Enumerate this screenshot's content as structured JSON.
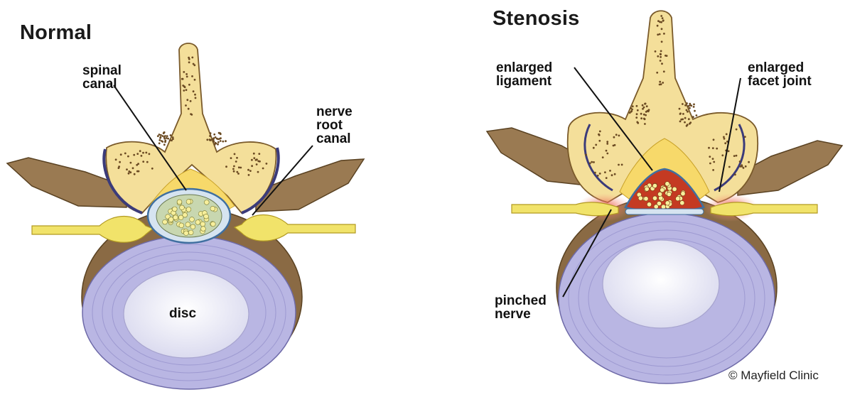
{
  "panels": {
    "normal": {
      "title": "Normal",
      "labels": {
        "spinal_canal": [
          "spinal",
          "canal"
        ],
        "nerve_root_canal": [
          "nerve",
          "root",
          "canal"
        ],
        "disc": "disc"
      }
    },
    "stenosis": {
      "title": "Stenosis",
      "labels": {
        "enlarged_ligament": [
          "enlarged",
          "ligament"
        ],
        "enlarged_facet_joint": [
          "enlarged",
          "facet joint"
        ],
        "pinched_nerve": [
          "pinched",
          "nerve"
        ]
      }
    }
  },
  "copyright": "© Mayfield Clinic",
  "colors": {
    "bone": "#f4df9a",
    "bone_outline": "#7a5a2a",
    "bone_speckle": "#6b4a22",
    "disc_ring": "#b9b6e3",
    "disc_ring_line": "#9d99d1",
    "nucleus": "#f2f2f8",
    "ligament": "#f7d96a",
    "nerve": "#f1e36a",
    "cord": "#c8d7b0",
    "dura": "#3f6fa0",
    "brown_process": "#9a7a52",
    "inflamed": "#e8463a",
    "inflamed_cord": "#c43a22"
  }
}
